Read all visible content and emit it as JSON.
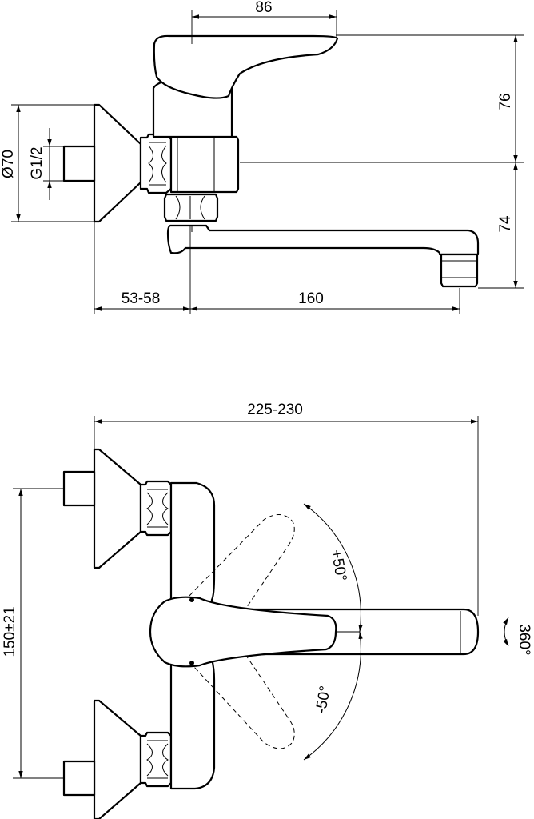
{
  "side_view": {
    "dims": {
      "handle_width": "86",
      "handle_height": "76",
      "spout_height": "74",
      "rosette_diameter": "Ø70",
      "thread": "G1/2",
      "projection": "53-58",
      "spout_reach": "160"
    }
  },
  "top_view": {
    "dims": {
      "overall_width": "225-230",
      "centers": "150±21",
      "rotation": "360°",
      "lever_up": "+50°",
      "lever_down": "-50°"
    }
  }
}
